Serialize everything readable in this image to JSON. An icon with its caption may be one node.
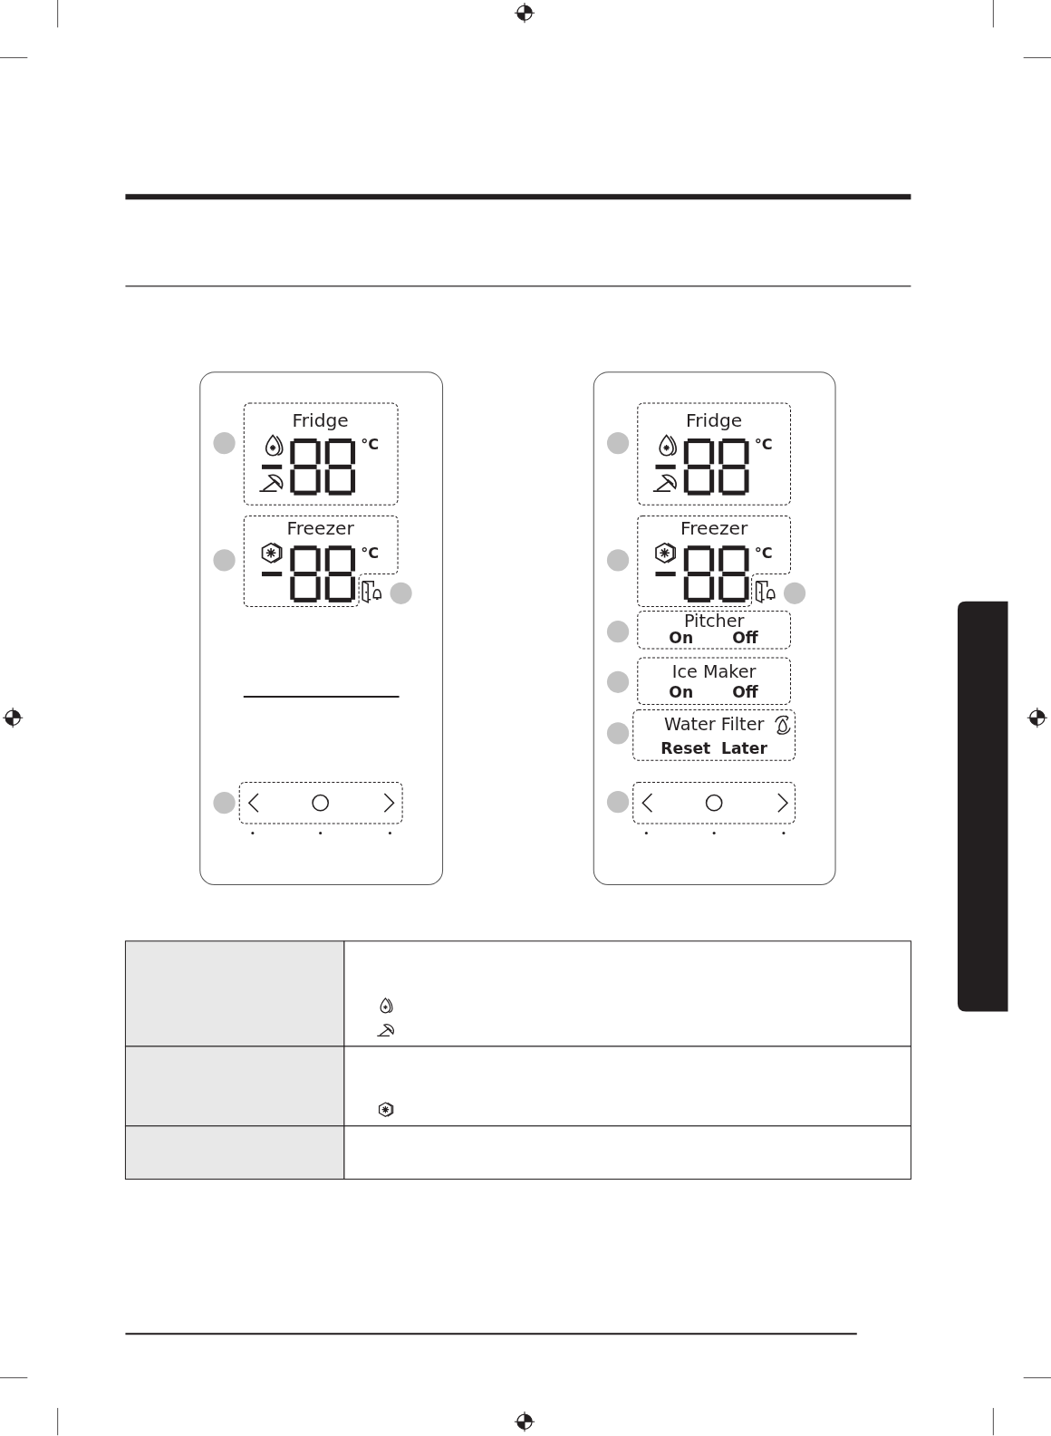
{
  "diagram": {
    "nodes": [
      {
        "text": [],
        "shape": "box"
      },
      {
        "text": [
          "Fridge",
          "°C"
        ],
        "in": 0
      },
      {
        "text": [
          "Freezer",
          "°C"
        ],
        "in": 0
      },
      {
        "text": [],
        "shape": "box",
        "in": 0
      },
      {
        "text": [],
        "shape": "box"
      },
      {
        "text": [
          "Fridge",
          "°C"
        ],
        "in": 4
      },
      {
        "text": [
          "Freezer",
          "°C"
        ],
        "in": 4
      },
      {
        "text": [
          "Pitcher",
          "On",
          "Off"
        ],
        "in": 4
      },
      {
        "text": [
          "Ice Maker",
          "On",
          "Off"
        ],
        "in": 4
      },
      {
        "text": [
          "Water Filter",
          "Reset",
          "Later"
        ],
        "in": 4
      },
      {
        "text": [],
        "shape": "box",
        "in": 4
      },
      {
        "text": [],
        "shape": "bar"
      }
    ]
  }
}
